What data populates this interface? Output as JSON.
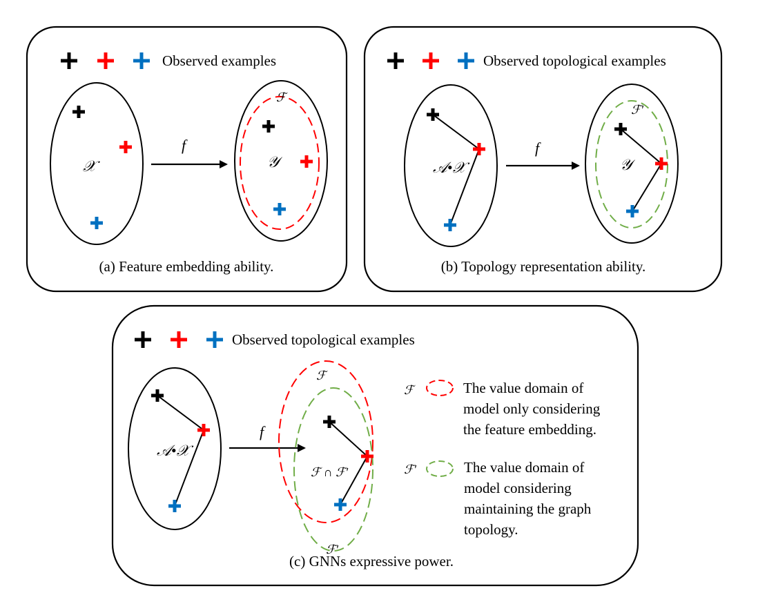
{
  "colors": {
    "black": "#000000",
    "red": "#ff0000",
    "blue": "#0070c0",
    "green": "#70ad47"
  },
  "panels": {
    "a": {
      "legend": "Observed examples",
      "caption": "(a) Feature embedding ability.",
      "input_space": "𝒳",
      "output_space": "𝒴",
      "mapping": "f",
      "domain_label": "ℱ"
    },
    "b": {
      "legend": "Observed topological examples",
      "caption": "(b) Topology representation ability.",
      "input_space": "𝒜•𝒳",
      "output_space": "𝒴",
      "mapping": "f",
      "domain_label": "ℱ'"
    },
    "c": {
      "legend": "Observed topological examples",
      "caption": "(c) GNNs expressive power.",
      "input_space": "𝒜•𝒳",
      "mapping": "f",
      "outer_domain_label": "ℱ",
      "inner_domain_label": "ℱ'",
      "intersection_label": "ℱ ∩ ℱ'",
      "key": [
        {
          "symbol": "ℱ",
          "color": "red",
          "lines": [
            "The value domain of",
            "model only considering",
            "the feature embedding."
          ]
        },
        {
          "symbol": "ℱ'",
          "color": "green",
          "lines": [
            "The value domain of",
            "model considering",
            "maintaining the graph",
            "topology."
          ]
        }
      ]
    }
  }
}
